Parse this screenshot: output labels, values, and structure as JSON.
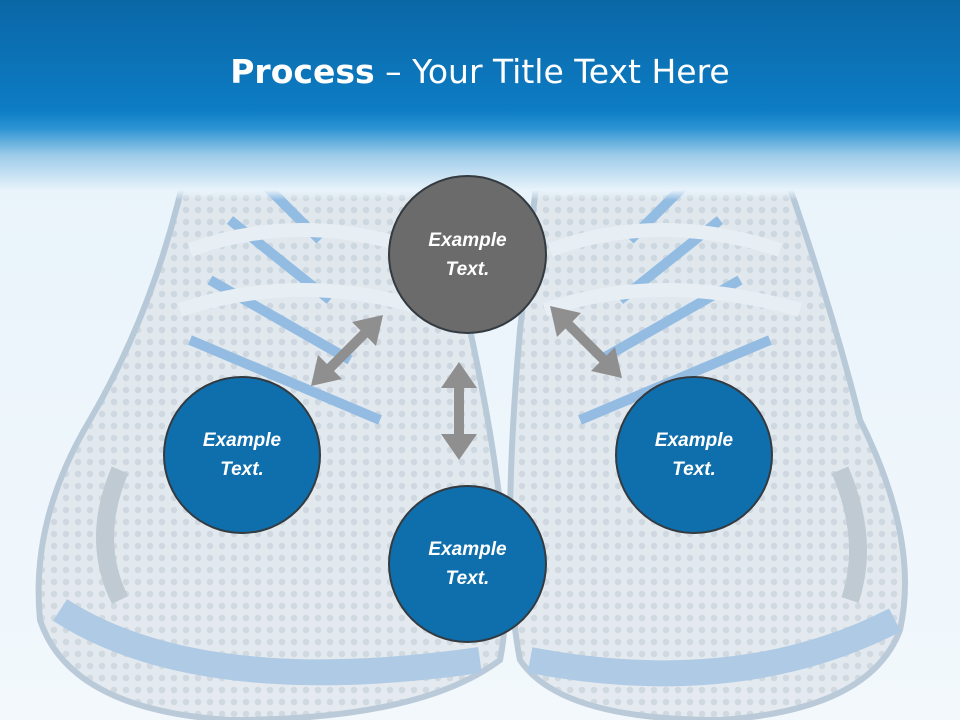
{
  "slide": {
    "title_bold": "Process",
    "title_rest": " – Your Title Text Here",
    "background_image": "running-shoes-photo"
  },
  "nodes": {
    "top": "Example\nText.",
    "left": "Example\nText.",
    "right": "Example\nText.",
    "bottom": "Example\nText."
  },
  "colors": {
    "header": "#0d7cc4",
    "node_blue": "#0f6fad",
    "node_gray": "#6b6b6b",
    "arrow": "#8f8f8f"
  }
}
